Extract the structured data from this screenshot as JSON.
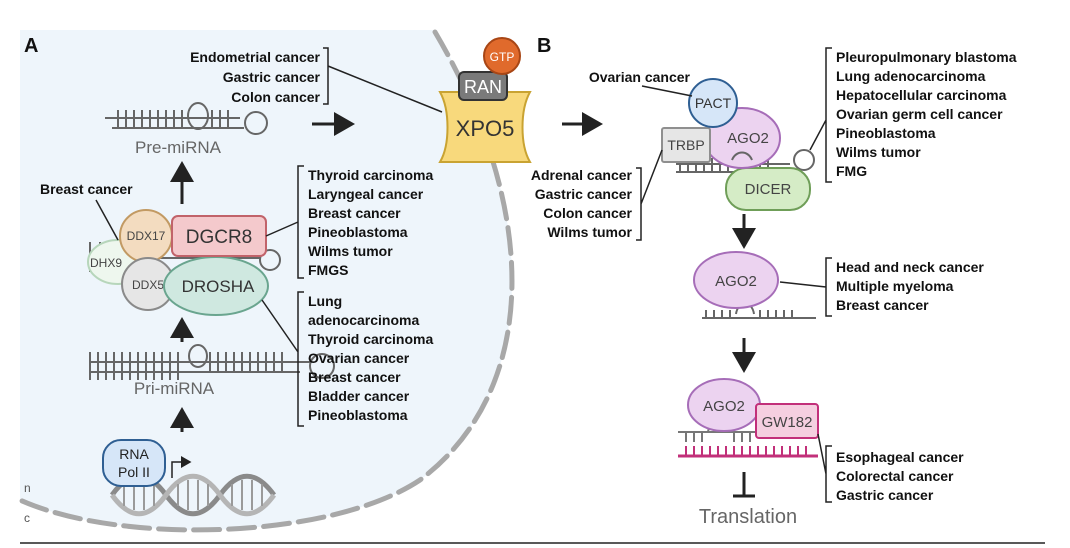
{
  "panels": {
    "a": "A",
    "b": "B"
  },
  "compartments": {
    "nucleus": "n",
    "cytoplasm": "c"
  },
  "nodes": {
    "rna_pol_line1": "RNA",
    "rna_pol_line2": "Pol II",
    "pri_mirna": "Pri-miRNA",
    "pre_mirna": "Pre-miRNA",
    "dhx9": "DHX9",
    "ddx17": "DDX17",
    "ddx5": "DDX5",
    "dgcr8": "DGCR8",
    "drosha": "DROSHA",
    "gtp": "GTP",
    "ran": "RAN",
    "xpo5": "XPO5",
    "pact": "PACT",
    "trbp": "TRBP",
    "ago2_dicer": "AGO2",
    "dicer": "DICER",
    "ago2_mature": "AGO2",
    "ago2_gw": "AGO2",
    "gw182": "GW182",
    "translation": "Translation"
  },
  "cancer_lists": {
    "breast_dhx9": [
      "Breast cancer"
    ],
    "xpo5": [
      "Endometrial cancer",
      "Gastric cancer",
      "Colon cancer"
    ],
    "dgcr8": [
      "Thyroid carcinoma",
      "Laryngeal cancer",
      "Breast cancer",
      "Pineoblastoma",
      "Wilms tumor",
      "FMGS"
    ],
    "drosha": [
      "Lung",
      "adenocarcinoma",
      "Thyroid carcinoma",
      "Ovarian cancer",
      "Breast cancer",
      "Bladder cancer",
      "Pineoblastoma"
    ],
    "pact": [
      "Ovarian cancer"
    ],
    "dicer": [
      "Pleuropulmonary blastoma",
      "Lung adenocarcinoma",
      "Hepatocellular carcinoma",
      "Ovarian germ cell cancer",
      "Pineoblastoma",
      "Wilms tumor",
      "FMG"
    ],
    "trbp": [
      "Adrenal cancer",
      "Gastric cancer",
      "Colon cancer",
      "Wilms tumor"
    ],
    "ago2": [
      "Head and neck cancer",
      "Multiple myeloma",
      "Breast cancer"
    ],
    "gw182": [
      "Esophageal cancer",
      "Colorectal cancer",
      "Gastric cancer"
    ]
  },
  "colors": {
    "nucleus_fill": "#eef5fb",
    "membrane": "#a8a8a8",
    "ddx17": "#f3dcc0",
    "dgcr8": "#f4c9cc",
    "drosha": "#cfe8e0",
    "xpo5": "#f8d97c",
    "gtp": "#e06a2c",
    "ago2": "#ecd3f0",
    "pact": "#d6e6f8",
    "dicer": "#d5ecc6",
    "gw182": "#f5cfe0",
    "mrna": "#c2307a"
  }
}
